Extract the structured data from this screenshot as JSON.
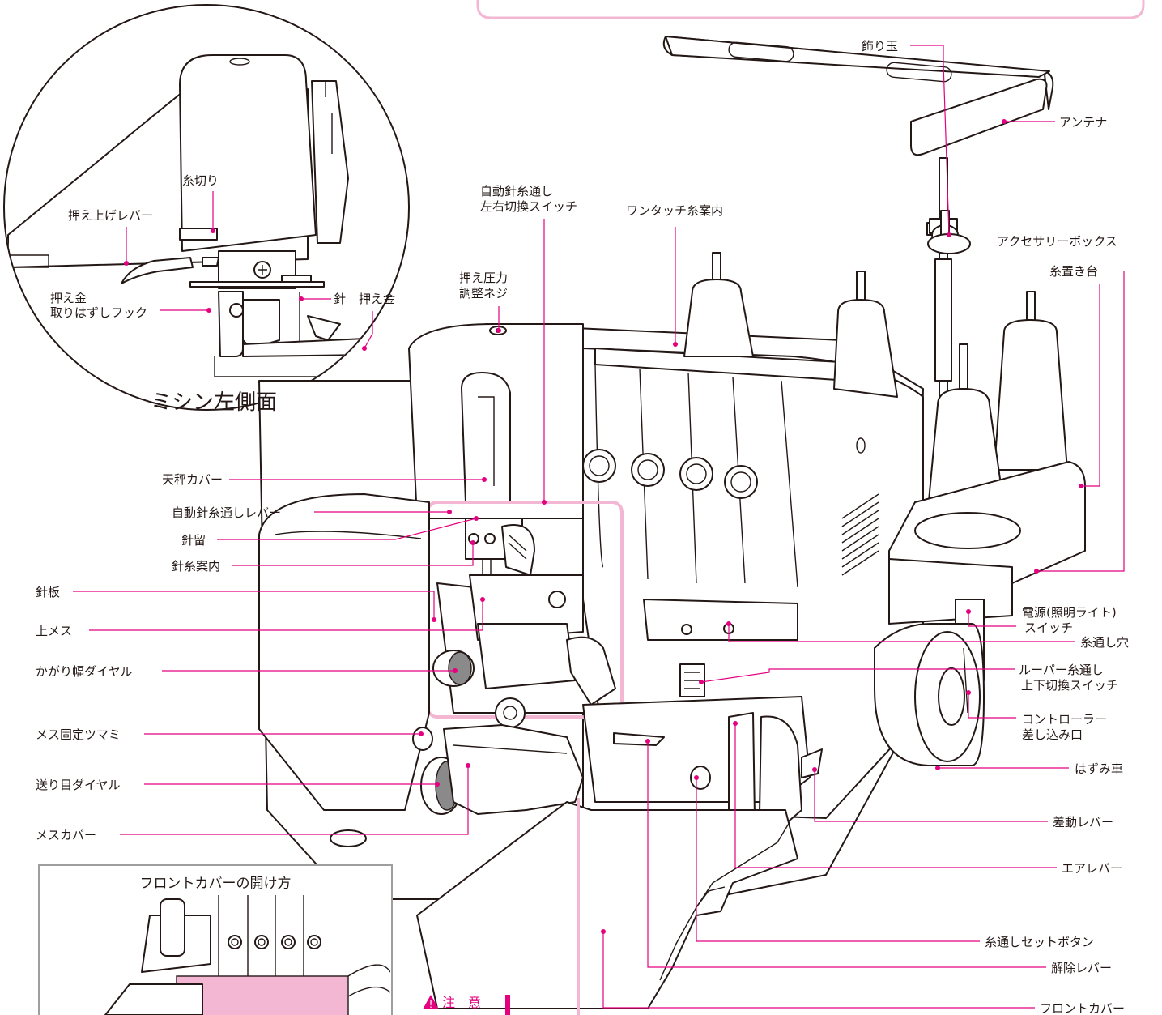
{
  "labels": {
    "kazaridama": "飾り玉",
    "antenna": "アンテナ",
    "jidou_switch_1": "自動針糸通し",
    "jidou_switch_2": "左右切換スイッチ",
    "onetouch": "ワンタッチ糸案内",
    "accessory": "アクセサリーボックス",
    "itooki": "糸置き台",
    "osaeatsu_1": "押え圧力",
    "osaeatsu_2": "調整ネジ",
    "itokiri": "糸切り",
    "osaeage": "押え上げレバー",
    "hook_1": "押え金",
    "hook_2": "取りはずしフック",
    "hari": "針",
    "osaegane": "押え金",
    "side_title": "ミシン左側面",
    "tenbin": "天秤カバー",
    "jidou_lever": "自動針糸通しレバー",
    "haridome": "針留",
    "hariito": "針糸案内",
    "hariita": "針板",
    "uemesu": "上メス",
    "kagari": "かがり幅ダイヤル",
    "mesu_kotei": "メス固定ツマミ",
    "okurime": "送り目ダイヤル",
    "mesu_cover": "メスカバー",
    "power_1": "電源(照明ライト)",
    "power_2": "スイッチ",
    "itotoshi_ana": "糸通し穴",
    "looper_1": "ルーパー糸通し",
    "looper_2": "上下切換スイッチ",
    "controller_1": "コントローラー",
    "controller_2": "差し込み口",
    "hazumi": "はずみ車",
    "sadou": "差動レバー",
    "air": "エアレバー",
    "set_button": "糸通しセットボタン",
    "kaijo": "解除レバー",
    "front_cover": "フロントカバー"
  },
  "inset": {
    "title": "フロントカバーの開け方"
  },
  "caution": {
    "text": "注　意"
  },
  "colors": {
    "accent": "#e4007f",
    "frame_pink": "#f3b6d3",
    "line": "#231815"
  }
}
